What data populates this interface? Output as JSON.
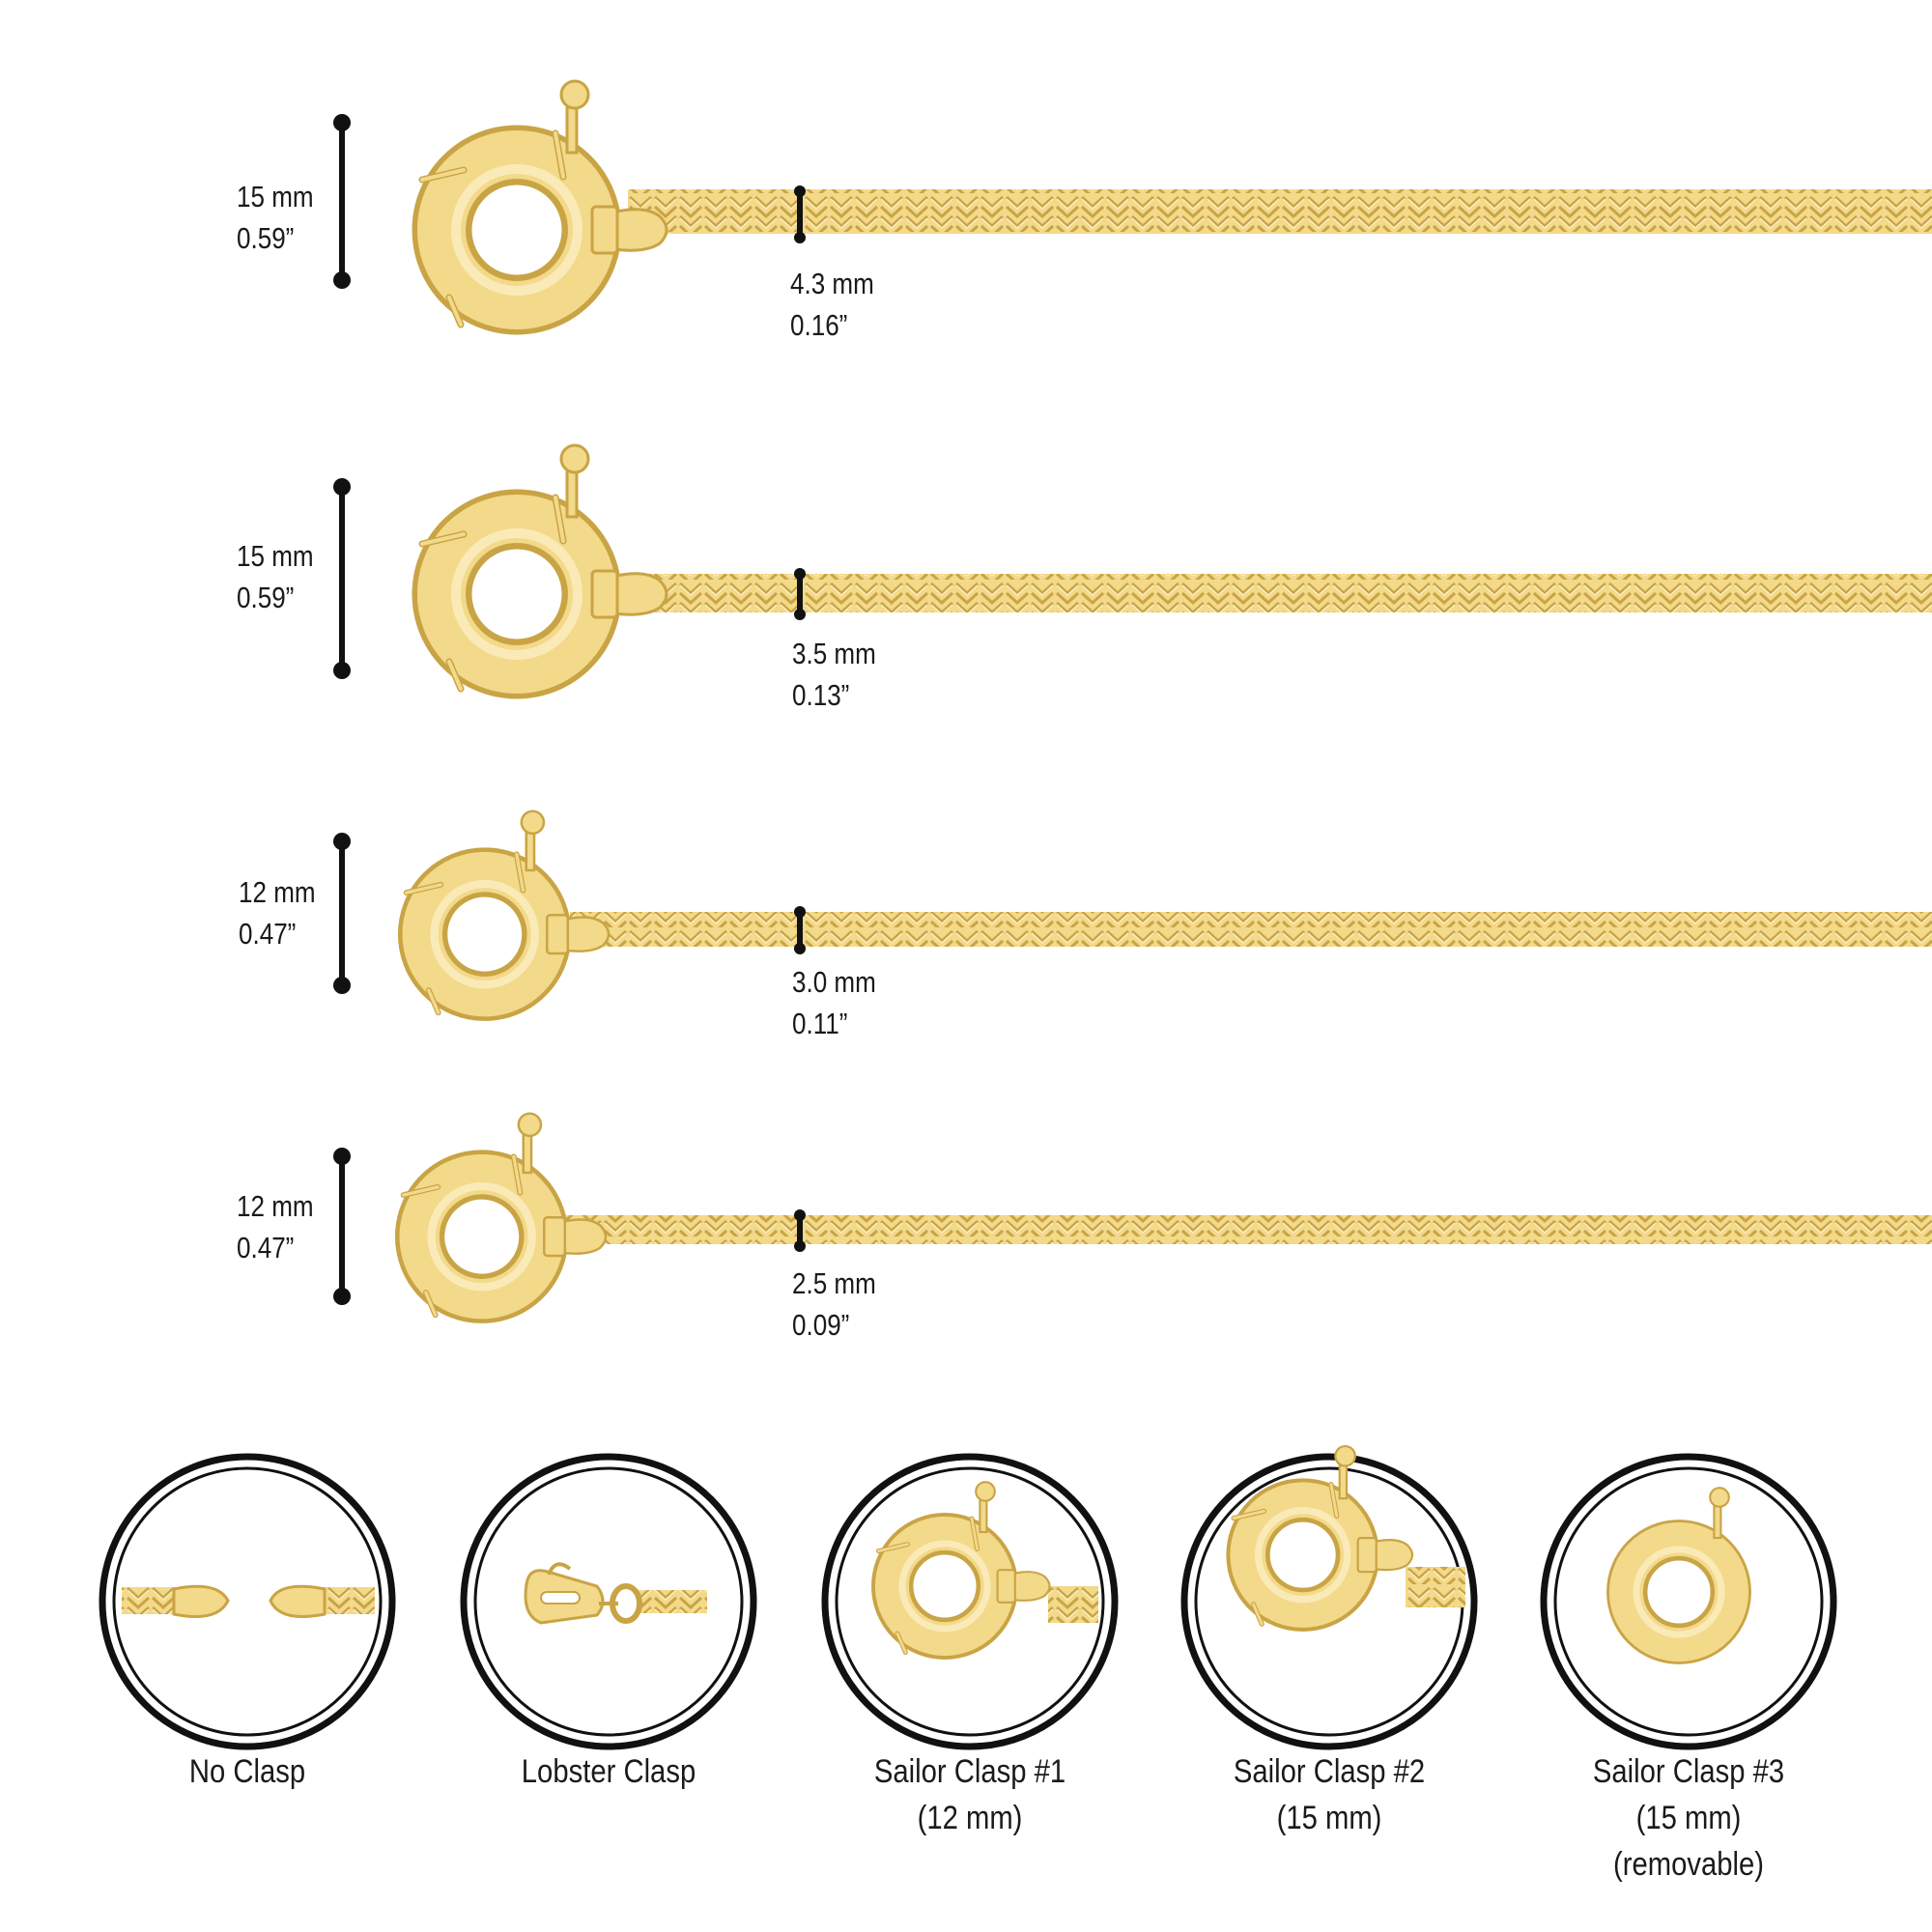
{
  "colors": {
    "gold": "#f3d98a",
    "gold_dark": "#c9a445",
    "gold_light": "#fbeec2",
    "ink": "#111111"
  },
  "rows": [
    {
      "clasp_size": "15 mm",
      "clasp_inch": "0.59”",
      "chain_width": "4.3 mm",
      "chain_inch": "0.16”",
      "clasp_icon": "sailor-clasp-icon"
    },
    {
      "clasp_size": "15 mm",
      "clasp_inch": "0.59”",
      "chain_width": "3.5 mm",
      "chain_inch": "0.13”",
      "clasp_icon": "sailor-clasp-icon"
    },
    {
      "clasp_size": "12 mm",
      "clasp_inch": "0.47”",
      "chain_width": "3.0 mm",
      "chain_inch": "0.11”",
      "clasp_icon": "sailor-clasp-icon"
    },
    {
      "clasp_size": "12 mm",
      "clasp_inch": "0.47”",
      "chain_width": "2.5 mm",
      "chain_inch": "0.09”",
      "clasp_icon": "sailor-clasp-icon"
    }
  ],
  "options": [
    {
      "line1": "No Clasp",
      "line2": "",
      "line3": "",
      "icon": "no-clasp-icon"
    },
    {
      "line1": "Lobster Clasp",
      "line2": "",
      "line3": "",
      "icon": "lobster-clasp-icon"
    },
    {
      "line1": "Sailor Clasp #1",
      "line2": "(12 mm)",
      "line3": "",
      "icon": "sailor-clasp-12mm-icon"
    },
    {
      "line1": "Sailor Clasp #2",
      "line2": "(15 mm)",
      "line3": "",
      "icon": "sailor-clasp-15mm-icon"
    },
    {
      "line1": "Sailor Clasp #3",
      "line2": "(15 mm)",
      "line3": "(removable)",
      "icon": "sailor-clasp-removable-icon"
    }
  ]
}
